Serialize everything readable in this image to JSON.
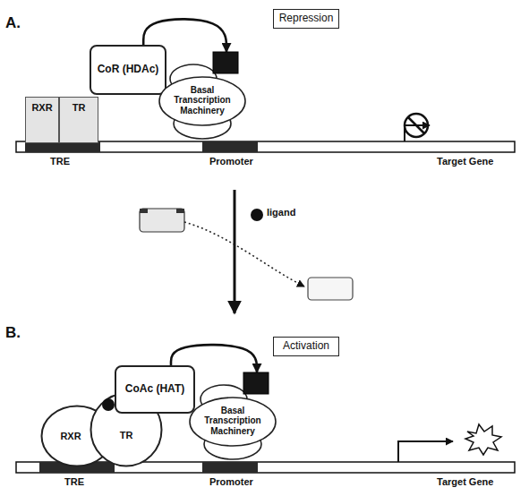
{
  "diagram": {
    "nodes": [
      {
        "text": [
          "Repression"
        ]
      },
      {
        "text": [
          "RXR"
        ]
      },
      {
        "text": [
          "TR"
        ]
      },
      {
        "text": [
          "CoR (HDAc)"
        ]
      },
      {
        "text": [
          "Basal Transcription Machinery"
        ]
      },
      {
        "text": [
          "Activation"
        ]
      },
      {
        "text": [
          "RXR"
        ]
      },
      {
        "text": [
          "TR"
        ]
      },
      {
        "text": [
          "CoAc (HAT)"
        ]
      },
      {
        "text": [
          "Basal Transcription Machinery"
        ]
      }
    ],
    "edges": [
      {
        "from": 3,
        "to": 4,
        "arrow": "to"
      },
      {
        "from": 8,
        "to": 9,
        "arrow": "to"
      }
    ],
    "labels": [
      "A.",
      "TRE",
      "Promoter",
      "Target Gene",
      "ligand",
      "B.",
      "TRE",
      "Promoter",
      "Target Gene"
    ]
  }
}
